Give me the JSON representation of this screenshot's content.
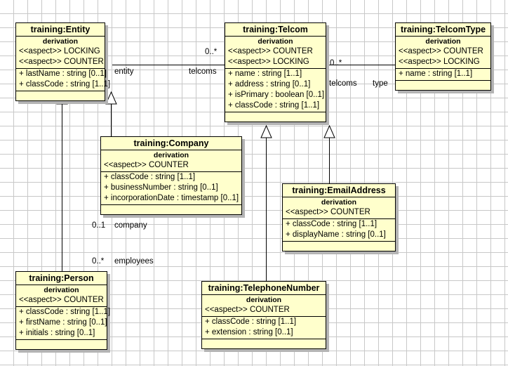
{
  "diagram": {
    "title": "UML Class Diagram",
    "grid": {
      "spacing": 20,
      "color": "#c8c8c8"
    },
    "class_fill": "#ffffcc",
    "class_border": "#000000",
    "shadow_color": "#b4b4b4"
  },
  "classes": [
    {
      "id": "entity",
      "name": "training:Entity",
      "derivation": "derivation",
      "aspects": [
        "<<aspect>> LOCKING",
        "<<aspect>> COUNTER"
      ],
      "attributes": [
        "+ lastName : string [0..1]",
        "+ classCode : string [1..1]"
      ]
    },
    {
      "id": "telcom",
      "name": "training:Telcom",
      "derivation": "derivation",
      "aspects": [
        "<<aspect>> COUNTER",
        "<<aspect>> LOCKING"
      ],
      "attributes": [
        "+ name : string [1..1]",
        "+ address : string [0..1]",
        "+ isPrimary : boolean [0..1]",
        "+ classCode : string [1..1]"
      ]
    },
    {
      "id": "telcomtype",
      "name": "training:TelcomType",
      "derivation": "derivation",
      "aspects": [
        "<<aspect>> COUNTER",
        "<<aspect>> LOCKING"
      ],
      "attributes": [
        "+ name : string [1..1]"
      ]
    },
    {
      "id": "company",
      "name": "training:Company",
      "derivation": "derivation",
      "aspects": [
        "<<aspect>> COUNTER"
      ],
      "attributes": [
        "+ classCode : string [1..1]",
        "+ businessNumber : string [0..1]",
        "+ incorporationDate : timestamp [0..1]"
      ]
    },
    {
      "id": "emailaddress",
      "name": "training:EmailAddress",
      "derivation": "derivation",
      "aspects": [
        "<<aspect>> COUNTER"
      ],
      "attributes": [
        "+ classCode : string [1..1]",
        "+ displayName : string [0..1]"
      ]
    },
    {
      "id": "person",
      "name": "training:Person",
      "derivation": "derivation",
      "aspects": [
        "<<aspect>> COUNTER"
      ],
      "attributes": [
        "+ classCode : string [1..1]",
        "+ firstName : string [0..1]",
        "+ initials : string [0..1]"
      ]
    },
    {
      "id": "telephonenumber",
      "name": "training:TelephoneNumber",
      "derivation": "derivation",
      "aspects": [
        "<<aspect>> COUNTER"
      ],
      "attributes": [
        "+ classCode : string [1..1]",
        "+ extension : string [0..1]"
      ]
    }
  ],
  "edge_labels": {
    "entity_role": "entity",
    "telcoms_role_left": "telcoms",
    "telcoms_mult_left": "0..*",
    "telcoms_role_right": "telcoms",
    "telcoms_mult_right": "0..*",
    "type_role": "type",
    "company_role": "company",
    "company_mult": "0..1",
    "employees_role": "employees",
    "employees_mult": "0..*"
  }
}
